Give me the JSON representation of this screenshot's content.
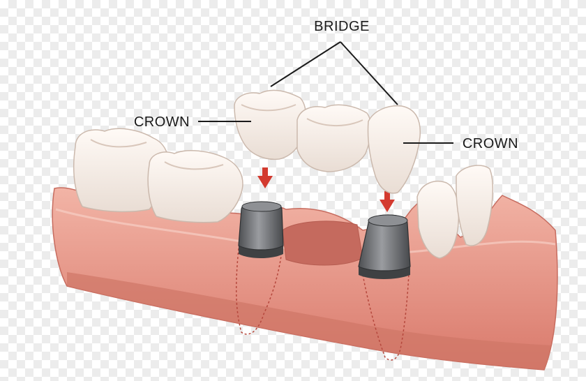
{
  "labels": {
    "bridge": "BRIDGE",
    "crown_left": "CROWN",
    "crown_right": "CROWN"
  },
  "colors": {
    "gum": "#e79a8c",
    "gum_light": "#f4c3b7",
    "tooth": "#f7efe9",
    "abutment": "#6b6d70",
    "arrow": "#d33a2f",
    "text": "#1a1a1a"
  }
}
